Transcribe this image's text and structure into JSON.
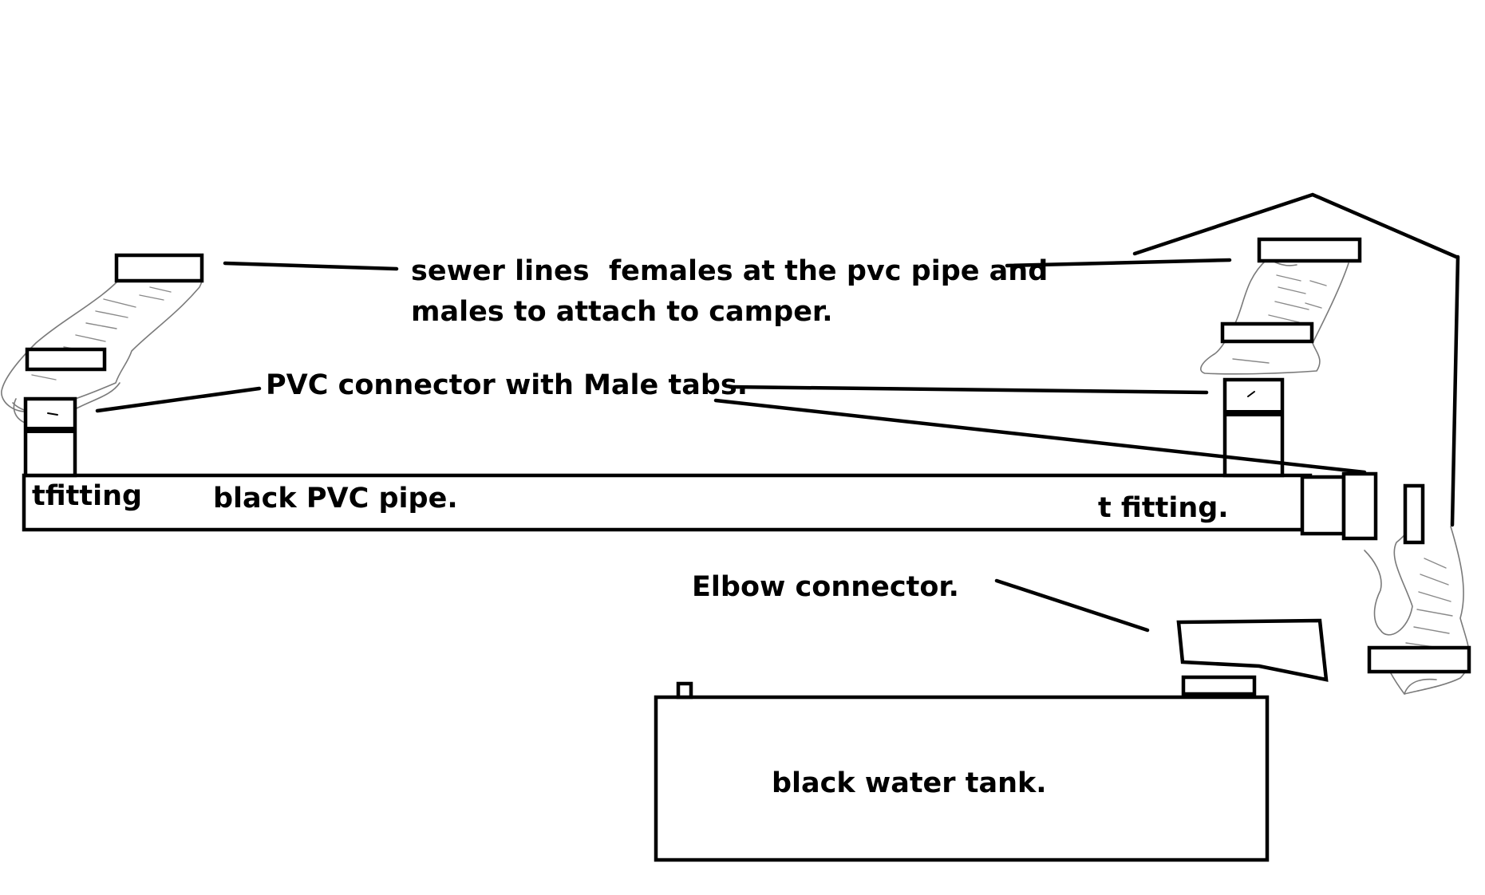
{
  "labels": {
    "sewer_lines_line1": "sewer lines  females at the pvc pipe and",
    "sewer_lines_line2": "males to attach to camper.",
    "pvc_connector": "PVC connector with Male tabs.",
    "tfitting_left": "tfitting",
    "black_pvc_pipe": "black PVC pipe.",
    "t_fitting_right": "t fitting.",
    "elbow_connector": "Elbow connector.",
    "black_water_tank": "black water tank."
  },
  "colors": {
    "ink": "#000000",
    "pencil": "#7a7a7a",
    "background": "#ffffff"
  }
}
